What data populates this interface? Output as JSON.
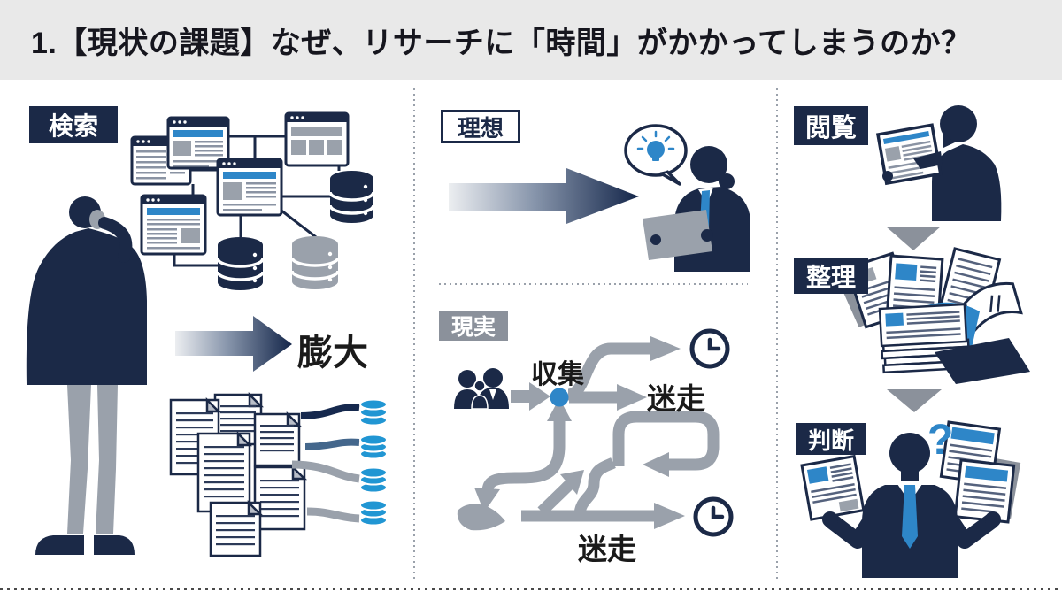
{
  "title": "1.【現状の課題】なぜ、リサーチに「時間」がかかってしまうのか？",
  "colors": {
    "navy": "#1b2947",
    "blue": "#2e86c8",
    "disk-blue": "#2196d3",
    "gray": "#8b919b",
    "path-gray": "#9aa1ab",
    "band-bg": "#e9e9e9",
    "text-dark": "#1a1a1a"
  },
  "search_panel": {
    "label": "検索",
    "volume_caption": "膨大"
  },
  "ideal_section": {
    "label": "理想"
  },
  "reality_section": {
    "label": "現実",
    "collect_caption": "収集",
    "stray_top_caption": "迷走",
    "stray_bottom_caption": "迷走"
  },
  "process_panel": {
    "browse_label": "閲覧",
    "organize_label": "整理",
    "judge_label": "判断",
    "question_mark": "?"
  }
}
